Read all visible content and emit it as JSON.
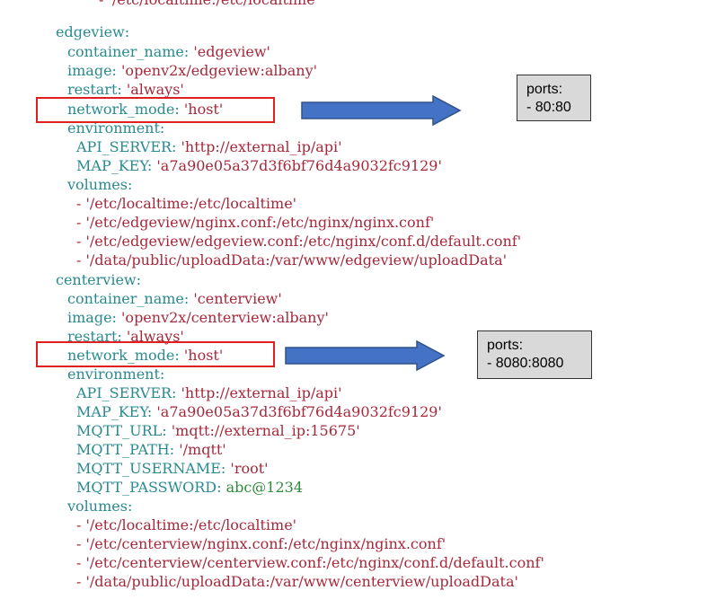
{
  "top_clipped_text": "- '/etc/localtime:/etc/localtime'",
  "edgeview": {
    "service": "edgeview:",
    "container_name_key": "container_name:",
    "container_name_val": "'edgeview'",
    "image_key": "image:",
    "image_val": "'openv2x/edgeview:albany'",
    "restart_key": "restart:",
    "restart_val": "'always'",
    "network_mode_key": "network_mode:",
    "network_mode_val": "'host'",
    "environment_key": "environment:",
    "api_server_key": "API_SERVER:",
    "api_server_val": "'http://external_ip/api'",
    "map_key_key": "MAP_KEY:",
    "map_key_val": "'a7a90e05a37d3f6bf76d4a9032fc9129'",
    "volumes_key": "volumes:",
    "volumes": [
      "- '/etc/localtime:/etc/localtime'",
      "- '/etc/edgeview/nginx.conf:/etc/nginx/nginx.conf'",
      "- '/etc/edgeview/edgeview.conf:/etc/nginx/conf.d/default.conf'",
      "- '/data/public/uploadData:/var/www/edgeview/uploadData'"
    ],
    "callout": {
      "title": "ports:",
      "value": "- 80:80"
    }
  },
  "centerview": {
    "service": "centerview:",
    "container_name_key": "container_name:",
    "container_name_val": "'centerview'",
    "image_key": "image:",
    "image_val": "'openv2x/centerview:albany'",
    "restart_key": "restart:",
    "restart_val": "'always'",
    "network_mode_key": "network_mode:",
    "network_mode_val": "'host'",
    "environment_key": "environment:",
    "api_server_key": "API_SERVER:",
    "api_server_val": "'http://external_ip/api'",
    "map_key_key": "MAP_KEY:",
    "map_key_val": "'a7a90e05a37d3f6bf76d4a9032fc9129'",
    "mqtt_url_key": "MQTT_URL:",
    "mqtt_url_val": "'mqtt://external_ip:15675'",
    "mqtt_path_key": "MQTT_PATH:",
    "mqtt_path_val": "'/mqtt'",
    "mqtt_username_key": "MQTT_USERNAME:",
    "mqtt_username_val": "'root'",
    "mqtt_password_key": "MQTT_PASSWORD:",
    "mqtt_password_val": "abc@1234",
    "volumes_key": "volumes:",
    "volumes": [
      "- '/etc/localtime:/etc/localtime'",
      "- '/etc/centerview/nginx.conf:/etc/nginx/nginx.conf'",
      "- '/etc/centerview/centerview.conf:/etc/nginx/conf.d/default.conf'",
      "- '/data/public/uploadData:/var/www/centerview/uploadData'"
    ],
    "callout": {
      "title": "ports:",
      "value": "- 8080:8080"
    }
  },
  "colors": {
    "key": "#2a8a8f",
    "string": "#a6283a",
    "password": "#2e8b3a",
    "highlight_box": "#e02020",
    "arrow": "#4472c4",
    "callout_bg": "#d9d9d9"
  }
}
